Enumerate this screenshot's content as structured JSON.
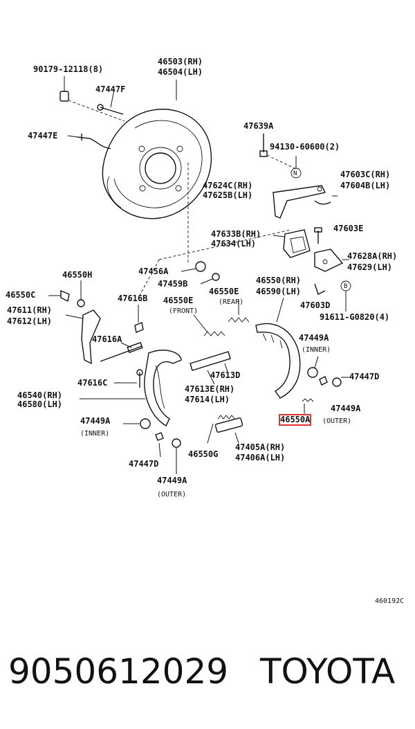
{
  "labels": [
    {
      "id": "l1",
      "text": "90179-12118(8)"
    },
    {
      "id": "l2",
      "text": "46503(RH)"
    },
    {
      "id": "l3",
      "text": "46504(LH)"
    },
    {
      "id": "l4",
      "text": "47447F"
    },
    {
      "id": "l5",
      "text": "47447E"
    },
    {
      "id": "l6",
      "text": "47639A"
    },
    {
      "id": "l7",
      "text": "94130-60600(2)"
    },
    {
      "id": "l8",
      "text": "47603C(RH)"
    },
    {
      "id": "l9",
      "text": "47604B(LH)"
    },
    {
      "id": "l10",
      "text": "47624C(RH)"
    },
    {
      "id": "l11",
      "text": "47625B(LH)"
    },
    {
      "id": "l12",
      "text": "47603E"
    },
    {
      "id": "l13",
      "text": "47633B(RH)"
    },
    {
      "id": "l14",
      "text": "47634(LH)"
    },
    {
      "id": "l15",
      "text": "47628A(RH)"
    },
    {
      "id": "l16",
      "text": "47629(LH)"
    },
    {
      "id": "l17",
      "text": "46550H"
    },
    {
      "id": "l18",
      "text": "47456A"
    },
    {
      "id": "l19",
      "text": "47459B"
    },
    {
      "id": "l20",
      "text": "46550(RH)"
    },
    {
      "id": "l21",
      "text": "46590(LH)"
    },
    {
      "id": "l22",
      "text": "46550C"
    },
    {
      "id": "l23",
      "text": "47616B"
    },
    {
      "id": "l24",
      "text": "46550E"
    },
    {
      "id": "l25",
      "text": "(REAR)"
    },
    {
      "id": "l26",
      "text": "46550E"
    },
    {
      "id": "l27",
      "text": "(FRONT)"
    },
    {
      "id": "l28",
      "text": "47603D"
    },
    {
      "id": "l29",
      "text": "91611-G0820(4)"
    },
    {
      "id": "l30",
      "text": "47611(RH)"
    },
    {
      "id": "l31",
      "text": "47612(LH)"
    },
    {
      "id": "l32",
      "text": "47616A"
    },
    {
      "id": "l33",
      "text": "47449A"
    },
    {
      "id": "l34",
      "text": "(INNER)"
    },
    {
      "id": "l35",
      "text": "47613D"
    },
    {
      "id": "l36",
      "text": "47447D"
    },
    {
      "id": "l37",
      "text": "47616C"
    },
    {
      "id": "l38",
      "text": "47613E(RH)"
    },
    {
      "id": "l39",
      "text": "47614(LH)"
    },
    {
      "id": "l40",
      "text": "46540(RH)"
    },
    {
      "id": "l41",
      "text": "46580(LH)"
    },
    {
      "id": "l42",
      "text": "47449A"
    },
    {
      "id": "l43",
      "text": "46550A"
    },
    {
      "id": "l44",
      "text": "(OUTER)"
    },
    {
      "id": "l45",
      "text": "47449A"
    },
    {
      "id": "l46",
      "text": "(INNER)"
    },
    {
      "id": "l47",
      "text": "46550G"
    },
    {
      "id": "l48",
      "text": "47405A(RH)"
    },
    {
      "id": "l49",
      "text": "47406A(LH)"
    },
    {
      "id": "l50",
      "text": "47447D"
    },
    {
      "id": "l51",
      "text": "47449A"
    },
    {
      "id": "l52",
      "text": "(OUTER)"
    },
    {
      "id": "l53",
      "text": "460192C"
    }
  ],
  "markers": {
    "n": "N",
    "b": "B"
  },
  "highlight_color": "#e03030",
  "footer": {
    "part_number": "9050612029",
    "brand": "TOYOTA"
  }
}
